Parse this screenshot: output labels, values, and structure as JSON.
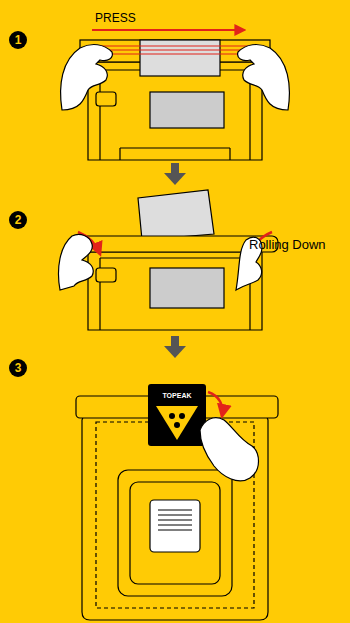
{
  "diagram": {
    "labels": [
      "1",
      "PRESS",
      "2",
      "Rolling Down",
      "3",
      "TOPEAK"
    ]
  }
}
